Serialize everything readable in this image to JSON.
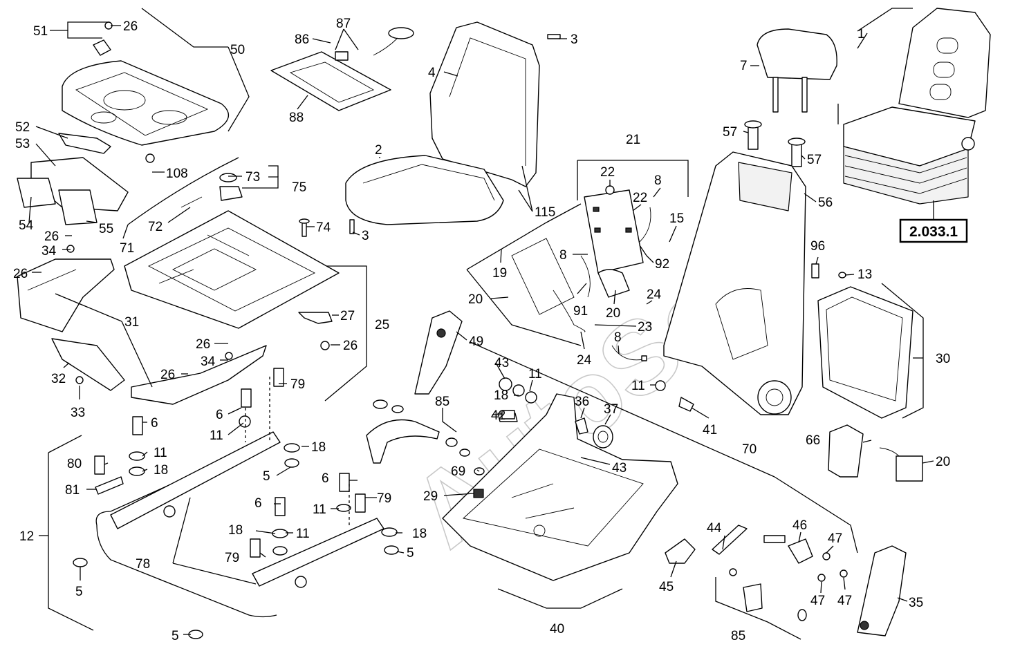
{
  "watermark": "AutoSoft",
  "reference_label": "2.033.1",
  "callouts": [
    {
      "id": "c51",
      "text": "51"
    },
    {
      "id": "c26a",
      "text": "26"
    },
    {
      "id": "c50",
      "text": "50"
    },
    {
      "id": "c52",
      "text": "52"
    },
    {
      "id": "c53",
      "text": "53"
    },
    {
      "id": "c54",
      "text": "54"
    },
    {
      "id": "c55",
      "text": "55"
    },
    {
      "id": "c108",
      "text": "108"
    },
    {
      "id": "c73",
      "text": "73"
    },
    {
      "id": "c75",
      "text": "75"
    },
    {
      "id": "c72",
      "text": "72"
    },
    {
      "id": "c71",
      "text": "71"
    },
    {
      "id": "c74",
      "text": "74"
    },
    {
      "id": "c26b",
      "text": "26"
    },
    {
      "id": "c34a",
      "text": "34"
    },
    {
      "id": "c26c",
      "text": "26"
    },
    {
      "id": "c31",
      "text": "31"
    },
    {
      "id": "c27",
      "text": "27"
    },
    {
      "id": "c25",
      "text": "25"
    },
    {
      "id": "c26d",
      "text": "26"
    },
    {
      "id": "c26e",
      "text": "26"
    },
    {
      "id": "c34b",
      "text": "34"
    },
    {
      "id": "c26f",
      "text": "26"
    },
    {
      "id": "c32",
      "text": "32"
    },
    {
      "id": "c33",
      "text": "33"
    },
    {
      "id": "c79a",
      "text": "79"
    },
    {
      "id": "c6a",
      "text": "6"
    },
    {
      "id": "c11a",
      "text": "11"
    },
    {
      "id": "c6b",
      "text": "6"
    },
    {
      "id": "c11b",
      "text": "11"
    },
    {
      "id": "c18a",
      "text": "18"
    },
    {
      "id": "c80",
      "text": "80"
    },
    {
      "id": "c18b",
      "text": "18"
    },
    {
      "id": "c81",
      "text": "81"
    },
    {
      "id": "c5a",
      "text": "5"
    },
    {
      "id": "c12",
      "text": "12"
    },
    {
      "id": "c6c",
      "text": "6"
    },
    {
      "id": "c79b",
      "text": "79"
    },
    {
      "id": "c6d",
      "text": "6"
    },
    {
      "id": "c11c",
      "text": "11"
    },
    {
      "id": "c18c",
      "text": "18"
    },
    {
      "id": "c11d",
      "text": "11"
    },
    {
      "id": "c18d",
      "text": "18"
    },
    {
      "id": "c78",
      "text": "78"
    },
    {
      "id": "c79c",
      "text": "79"
    },
    {
      "id": "c5b",
      "text": "5"
    },
    {
      "id": "c5c",
      "text": "5"
    },
    {
      "id": "c5d",
      "text": "5"
    },
    {
      "id": "c86",
      "text": "86"
    },
    {
      "id": "c87",
      "text": "87"
    },
    {
      "id": "c88",
      "text": "88"
    },
    {
      "id": "c3a",
      "text": "3"
    },
    {
      "id": "c4",
      "text": "4"
    },
    {
      "id": "c2",
      "text": "2"
    },
    {
      "id": "c115",
      "text": "115"
    },
    {
      "id": "c3b",
      "text": "3"
    },
    {
      "id": "c21",
      "text": "21"
    },
    {
      "id": "c22a",
      "text": "22"
    },
    {
      "id": "c8a",
      "text": "8"
    },
    {
      "id": "c22b",
      "text": "22"
    },
    {
      "id": "c15",
      "text": "15"
    },
    {
      "id": "c19",
      "text": "19"
    },
    {
      "id": "c8b",
      "text": "8"
    },
    {
      "id": "c92",
      "text": "92"
    },
    {
      "id": "c20a",
      "text": "20"
    },
    {
      "id": "c91",
      "text": "91"
    },
    {
      "id": "c20b",
      "text": "20"
    },
    {
      "id": "c24a",
      "text": "24"
    },
    {
      "id": "c23",
      "text": "23"
    },
    {
      "id": "c8c",
      "text": "8"
    },
    {
      "id": "c24b",
      "text": "24"
    },
    {
      "id": "c49",
      "text": "49"
    },
    {
      "id": "c43a",
      "text": "43"
    },
    {
      "id": "c11e",
      "text": "11"
    },
    {
      "id": "c18e",
      "text": "18"
    },
    {
      "id": "c85a",
      "text": "85"
    },
    {
      "id": "c42",
      "text": "42"
    },
    {
      "id": "c36",
      "text": "36"
    },
    {
      "id": "c37",
      "text": "37"
    },
    {
      "id": "c69",
      "text": "69"
    },
    {
      "id": "c43b",
      "text": "43"
    },
    {
      "id": "c29",
      "text": "29"
    },
    {
      "id": "c40",
      "text": "40"
    },
    {
      "id": "c7",
      "text": "7"
    },
    {
      "id": "c1",
      "text": "1"
    },
    {
      "id": "c57a",
      "text": "57"
    },
    {
      "id": "c57b",
      "text": "57"
    },
    {
      "id": "c56",
      "text": "56"
    },
    {
      "id": "c96",
      "text": "96"
    },
    {
      "id": "c13",
      "text": "13"
    },
    {
      "id": "c30",
      "text": "30"
    },
    {
      "id": "c11f",
      "text": "11"
    },
    {
      "id": "c41",
      "text": "41"
    },
    {
      "id": "c70",
      "text": "70"
    },
    {
      "id": "c66",
      "text": "66"
    },
    {
      "id": "c20c",
      "text": "20"
    },
    {
      "id": "c44",
      "text": "44"
    },
    {
      "id": "c46",
      "text": "46"
    },
    {
      "id": "c47a",
      "text": "47"
    },
    {
      "id": "c45",
      "text": "45"
    },
    {
      "id": "c47b",
      "text": "47"
    },
    {
      "id": "c47c",
      "text": "47"
    },
    {
      "id": "c35",
      "text": "35"
    },
    {
      "id": "c85b",
      "text": "85"
    }
  ]
}
